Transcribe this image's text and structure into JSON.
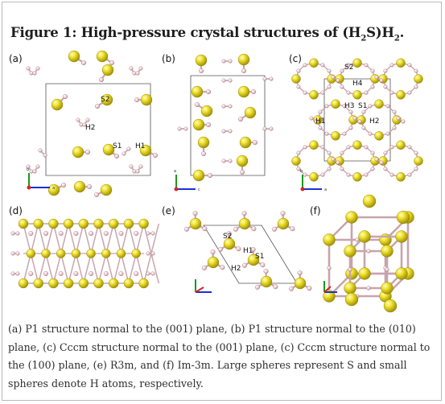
{
  "figure": {
    "title_prefix": "Figure 1: High-pressure crystal structures of (H",
    "title_sub1": "2",
    "title_mid": "S)H",
    "title_sub2": "2",
    "title_suffix": "."
  },
  "panels": [
    {
      "label": "(a)",
      "atom_labels": [
        "S2",
        "H2",
        "S1",
        "H1"
      ],
      "axes": [
        "b",
        "a"
      ]
    },
    {
      "label": "(b)",
      "atom_labels": [],
      "axes": [
        "a",
        "c"
      ]
    },
    {
      "label": "(c)",
      "atom_labels": [
        "S2",
        "H4",
        "H3",
        "S1",
        "H1",
        "H2"
      ],
      "axes": [
        "b",
        "a"
      ]
    },
    {
      "label": "(d)",
      "atom_labels": [],
      "axes": []
    },
    {
      "label": "(e)",
      "atom_labels": [
        "S2",
        "H1",
        "S1",
        "H2"
      ],
      "axes": []
    },
    {
      "label": "(f)",
      "atom_labels": [],
      "axes": []
    }
  ],
  "caption": "(a) P1 structure normal to the (001) plane, (b) P1 structure normal to the (010) plane, (c) Cccm structure normal to the (001) plane, (c) Cccm structure normal to the (100) plane, (e) R3m, and (f) Im-3m. Large spheres represent S and small spheres denote H atoms, respectively.",
  "colors": {
    "sulfur": "#e6d81c",
    "hydrogen": "#f1c8d0",
    "bond": "#c8a4ac",
    "cell": "#555555"
  }
}
